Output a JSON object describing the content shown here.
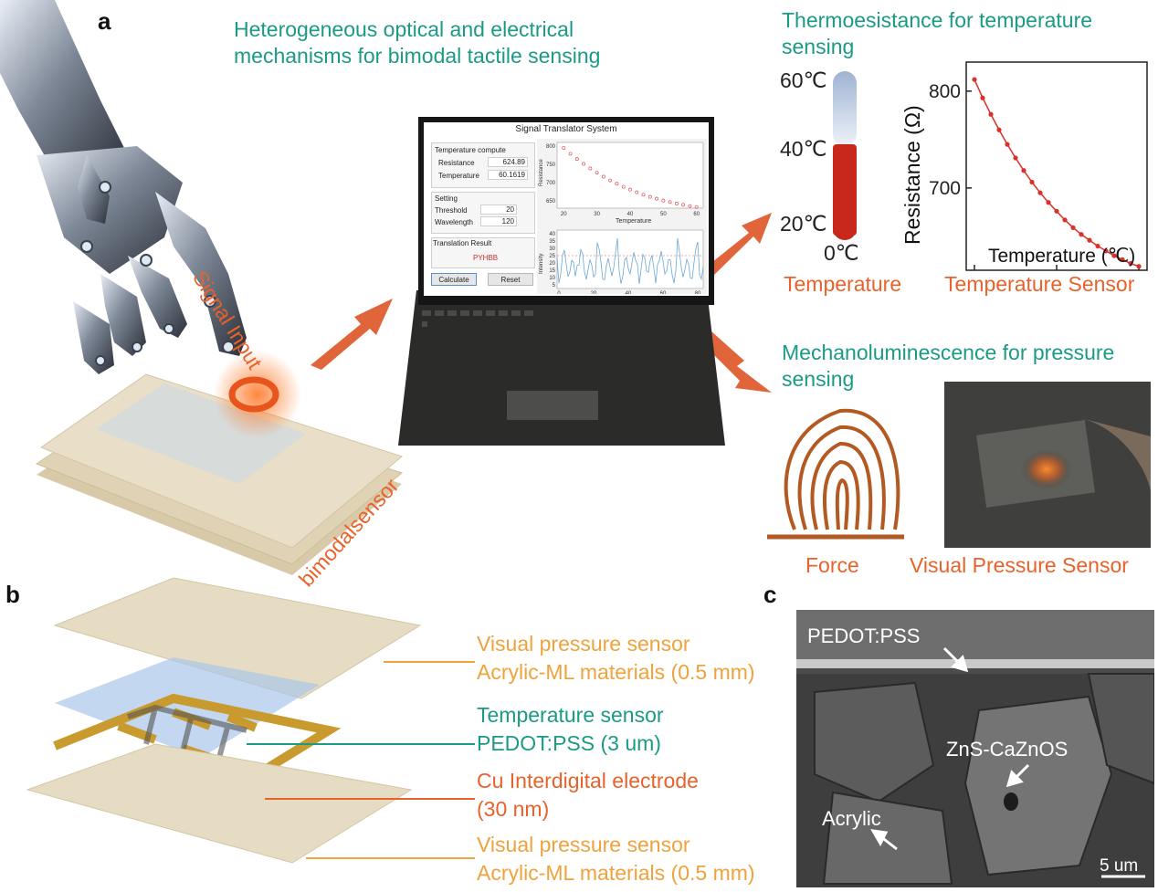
{
  "panels": {
    "a": "a",
    "b": "b",
    "c": "c"
  },
  "panel_a": {
    "mechanism_title_line1": "Heterogeneous optical and electrical",
    "mechanism_title_line2": "mechanisms for bimodal tactile sensing",
    "signal_input": "Signal Input",
    "bimodal_sensor": "bimodalsensor",
    "thermo_title_line1": "Thermoesistance for temperature",
    "thermo_title_line2": "sensing",
    "thermometer_ticks": [
      "60℃",
      "40℃",
      "20℃",
      "0℃"
    ],
    "thermometer_caption": "Temperature",
    "temp_sensor_caption": "Temperature Sensor",
    "mechano_title_line1": "Mechanoluminescence for pressure",
    "mechano_title_line2": "sensing",
    "force_caption": "Force",
    "visual_pressure_caption": "Visual Pressure Sensor",
    "colors": {
      "teal": "#1b9a86",
      "orange": "#e8622a",
      "red_curve": "#d9312b",
      "thermo_red": "#c8281c",
      "thermo_blue": "#c7d2e6"
    }
  },
  "laptop_ui": {
    "window_title": "Signal Translator System",
    "temp_compute_label": "Temperature compute",
    "resistance_label": "Resistance",
    "resistance_value": "624.89",
    "temperature_label": "Temperature",
    "temperature_value": "60.1619",
    "setting_label": "Setting",
    "threshold_label": "Threshold",
    "threshold_value": "20",
    "wavelength_label": "Wavelength",
    "wavelength_value": "120",
    "translation_label": "Translation Result",
    "translation_value": "PYHBB",
    "calculate_button": "Calculate",
    "reset_button": "Reset",
    "mini_resistance_ylabel": "Resistance",
    "mini_resistance_xlabel": "Temperature",
    "mini_resistance_yticks": [
      "800",
      "750",
      "700",
      "650"
    ],
    "mini_resistance_xticks": [
      "20",
      "30",
      "40",
      "50",
      "60"
    ],
    "mini_intensity_ylabel": "Intensity",
    "mini_intensity_yticks": [
      "40",
      "35",
      "30",
      "25",
      "20",
      "15",
      "10",
      "5"
    ],
    "mini_intensity_xticks": [
      "0",
      "20",
      "40",
      "60",
      "80"
    ]
  },
  "chart_data": {
    "type": "line",
    "xlabel": "Temperature (℃)",
    "ylabel": "Resistance (Ω)",
    "xlim": [
      18,
      62
    ],
    "ylim": [
      615,
      830
    ],
    "xticks": [
      "20",
      "40",
      "60"
    ],
    "yticks": [
      "800",
      "700"
    ],
    "x": [
      20,
      22,
      24,
      26,
      28,
      30,
      32,
      34,
      36,
      38,
      40,
      42,
      44,
      46,
      48,
      50,
      52,
      54,
      56,
      58,
      60
    ],
    "values": [
      812,
      793,
      776,
      760,
      745,
      731,
      718,
      706,
      695,
      685,
      676,
      667,
      659,
      652,
      646,
      640,
      635,
      630,
      626,
      622,
      619
    ],
    "grid": false,
    "color": "#d9312b"
  },
  "panel_b": {
    "layer1_line1": "Visual pressure sensor",
    "layer1_line2": "Acrylic-ML materials (0.5 mm)",
    "layer2_line1": "Temperature sensor",
    "layer2_line2": "PEDOT:PSS (3 um)",
    "layer3_line1": "Cu Interdigital electrode",
    "layer3_line2": "(30 nm)",
    "layer4_line1": "Visual pressure sensor",
    "layer4_line2": "Acrylic-ML materials (0.5 mm)"
  },
  "panel_c": {
    "pedot_label": "PEDOT:PSS",
    "zns_label": "ZnS-CaZnOS",
    "acrylic_label": "Acrylic",
    "scale_bar": "5 um"
  }
}
